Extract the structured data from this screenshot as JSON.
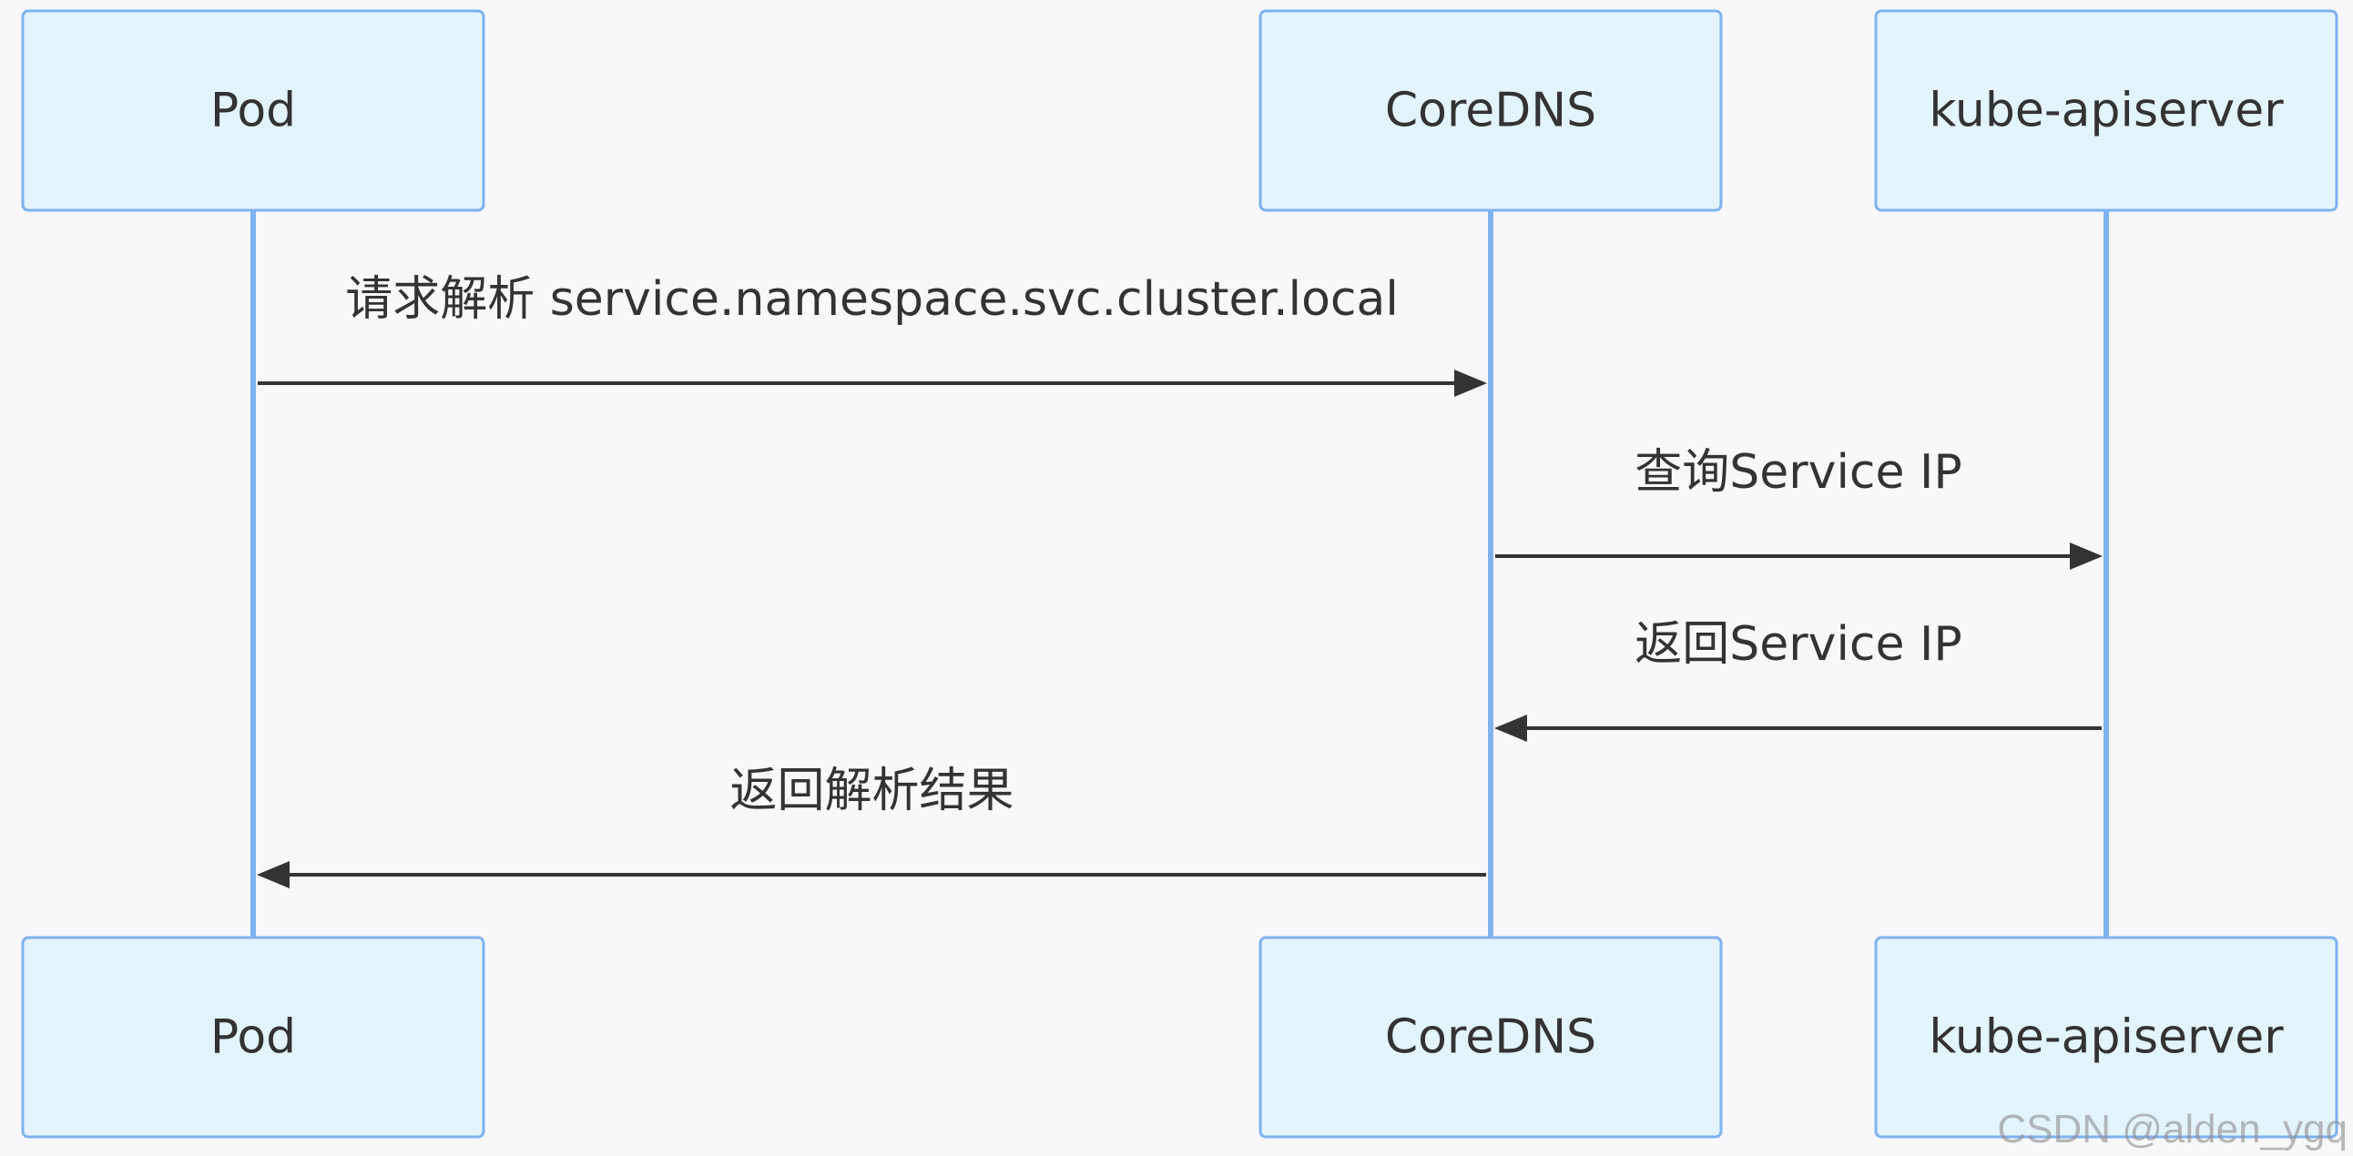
{
  "diagram": {
    "type": "sequence",
    "participants": [
      {
        "id": "pod",
        "label": "Pod"
      },
      {
        "id": "coredns",
        "label": "CoreDNS"
      },
      {
        "id": "apiserver",
        "label": "kube-apiserver"
      }
    ],
    "messages": [
      {
        "from": "pod",
        "to": "coredns",
        "label": "请求解析 service.namespace.svc.cluster.local"
      },
      {
        "from": "coredns",
        "to": "apiserver",
        "label": "查询Service IP"
      },
      {
        "from": "apiserver",
        "to": "coredns",
        "label": "返回Service IP"
      },
      {
        "from": "coredns",
        "to": "pod",
        "label": "返回解析结果"
      }
    ],
    "colors": {
      "background": "#f8f8fb",
      "actor_fill": "#e3f4fc",
      "actor_border": "#7fb2f0",
      "lifeline": "#7fb2f0",
      "message": "#333333",
      "text": "#333333"
    }
  },
  "watermark": "CSDN @alden_ygq"
}
